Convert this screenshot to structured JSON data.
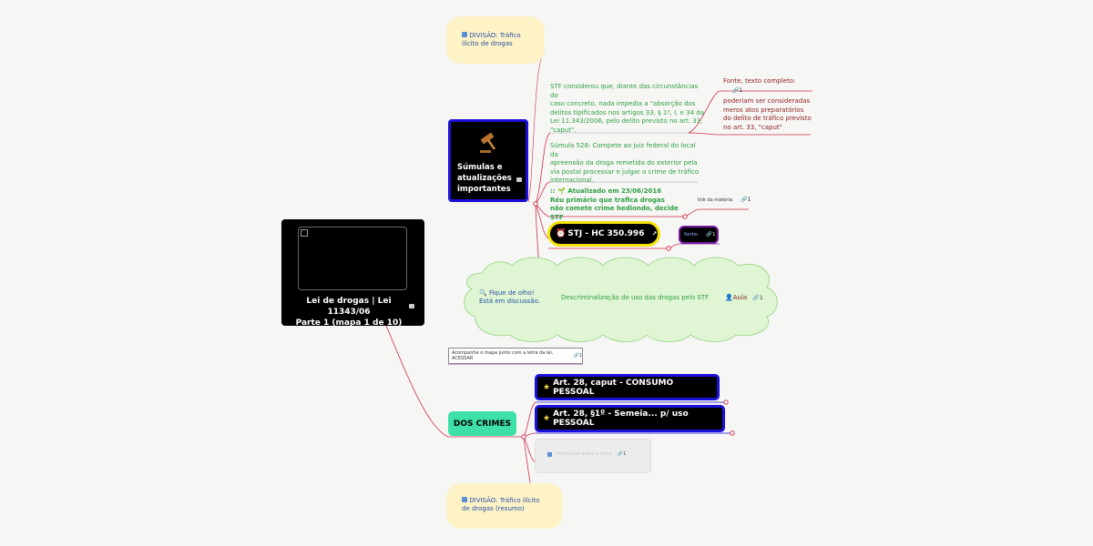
{
  "colors": {
    "accent_blue": "#1a10d8",
    "link_red": "#d0304a",
    "cyan": "#3ee0a8",
    "yellow_border": "#f2e200",
    "purple": "#7a1aa3"
  },
  "central": {
    "title_line1": "Lei de drogas | Lei 11343/06",
    "title_line2": "Parte 1 (mapa 1 de 10)"
  },
  "nodes": {
    "top_link": {
      "icon": "arrow-right-icon",
      "label_line1": "DIVISÃO: Tráfico",
      "label_line2": "ilícito de drogas"
    },
    "sumulas": {
      "icon": "gavel-icon",
      "label_line1": "Súmulas e",
      "label_line2": "atualizações",
      "label_line3": "importantes"
    },
    "stf_text": [
      "STF considerou que, diante das circunstâncias do",
      "caso concreto, nada impedia a \"absorção dos",
      "delitos tipificados nos artigos 33, § 1º, I, e 34 da",
      "Lei 11.343/2006, pelo delito previsto no art. 33,",
      "\"caput\"."
    ],
    "fonte_texto": "Fonte, texto completo:",
    "fonte_count": "1",
    "poderiam_text": [
      "poderiam ser consideradas",
      "meros atos preparatórios",
      "do delito de tráfico previsto",
      "no art. 33, \"caput\""
    ],
    "sumula528_text": [
      "Súmula 528: Compete ao juiz federal do local da",
      "apreensão da droga remetida do exterior pela",
      "via postal processar e julgar o crime de tráfico",
      "internacional."
    ],
    "atualizado": {
      "prefix": "::",
      "line1": "Atualizado em 23/06/2016",
      "line2": "Réu primário que trafica drogas",
      "line3": "não comete crime hediondo, decide STF"
    },
    "link_materia": "link da matéria:",
    "link_materia_count": "1",
    "stj": {
      "label": "STJ - HC 350.996"
    },
    "fonte": {
      "label": "fonte:",
      "count": "1"
    },
    "fique": {
      "line1": "Fique de olho!",
      "line2": "Está em discussão."
    },
    "descrim": "Descriminalização do uso das drogas pelo STF",
    "aula": {
      "label": "Aula",
      "count": "1"
    },
    "acompanhe": {
      "label": "Acompanhe o mapa junto com a letra da lei, ACESSAR",
      "count": "1"
    },
    "dos_crimes": "DOS CRIMES",
    "art28_caput": "Art. 28, caput - CONSUMO PESSOAL",
    "art28_p1": "Art. 28, §1º - Semeia... p/ uso PESSOAL",
    "faded": {
      "label": "Informação sobre o tema",
      "count": "1"
    },
    "bottom_link": {
      "line1": "DIVISÃO: Tráfico ilícito",
      "line2": "de drogas (resumo)"
    }
  }
}
